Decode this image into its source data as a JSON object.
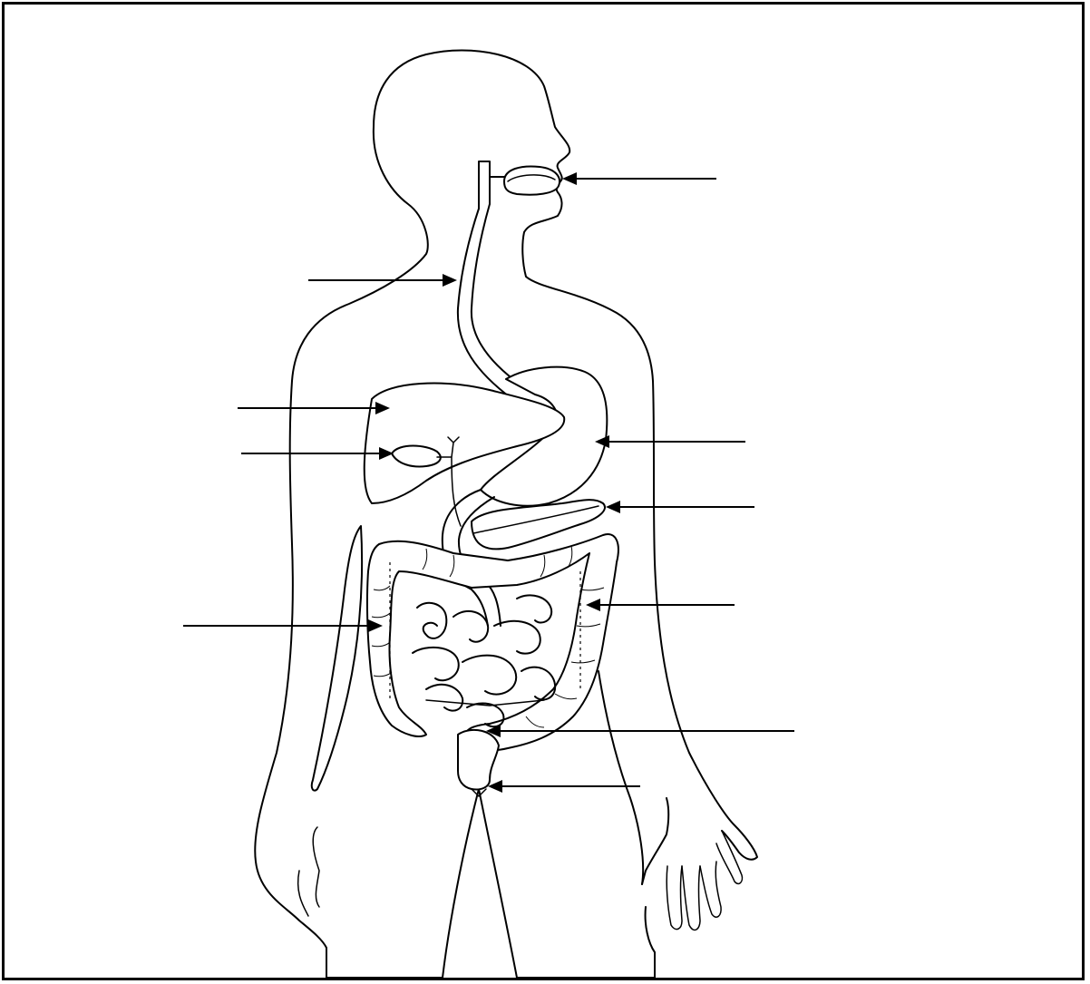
{
  "diagram": {
    "colors": {
      "line": "#000000",
      "background": "#ffffff"
    },
    "pointers": [
      {
        "id": "mouth"
      },
      {
        "id": "esophagus"
      },
      {
        "id": "liver"
      },
      {
        "id": "gallbladder"
      },
      {
        "id": "stomach"
      },
      {
        "id": "pancreas"
      },
      {
        "id": "large-intestine-left"
      },
      {
        "id": "large-intestine-right"
      },
      {
        "id": "rectum"
      },
      {
        "id": "anus"
      }
    ]
  }
}
